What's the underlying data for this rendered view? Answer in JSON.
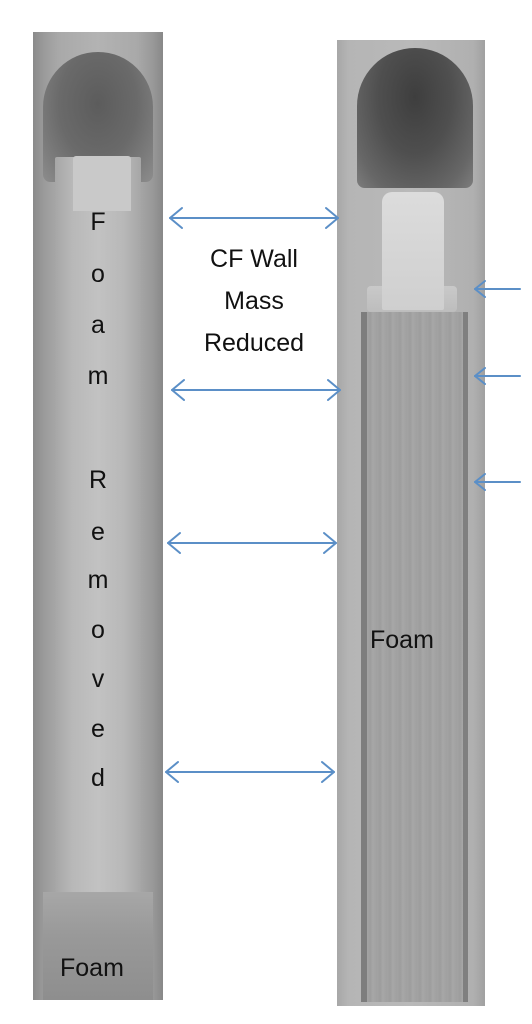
{
  "left_tube": {
    "vertical_label_letters": [
      "F",
      "o",
      "a",
      "m",
      "",
      "R",
      "e",
      "m",
      "o",
      "v",
      "e",
      "d"
    ],
    "bottom_label": "Foam"
  },
  "right_tube": {
    "label": "Foam"
  },
  "center_label_lines": [
    "CF Wall",
    "Mass",
    "Reduced"
  ],
  "colors": {
    "arrow": "#5b8fc7",
    "text": "#111111",
    "background": "#ffffff"
  }
}
